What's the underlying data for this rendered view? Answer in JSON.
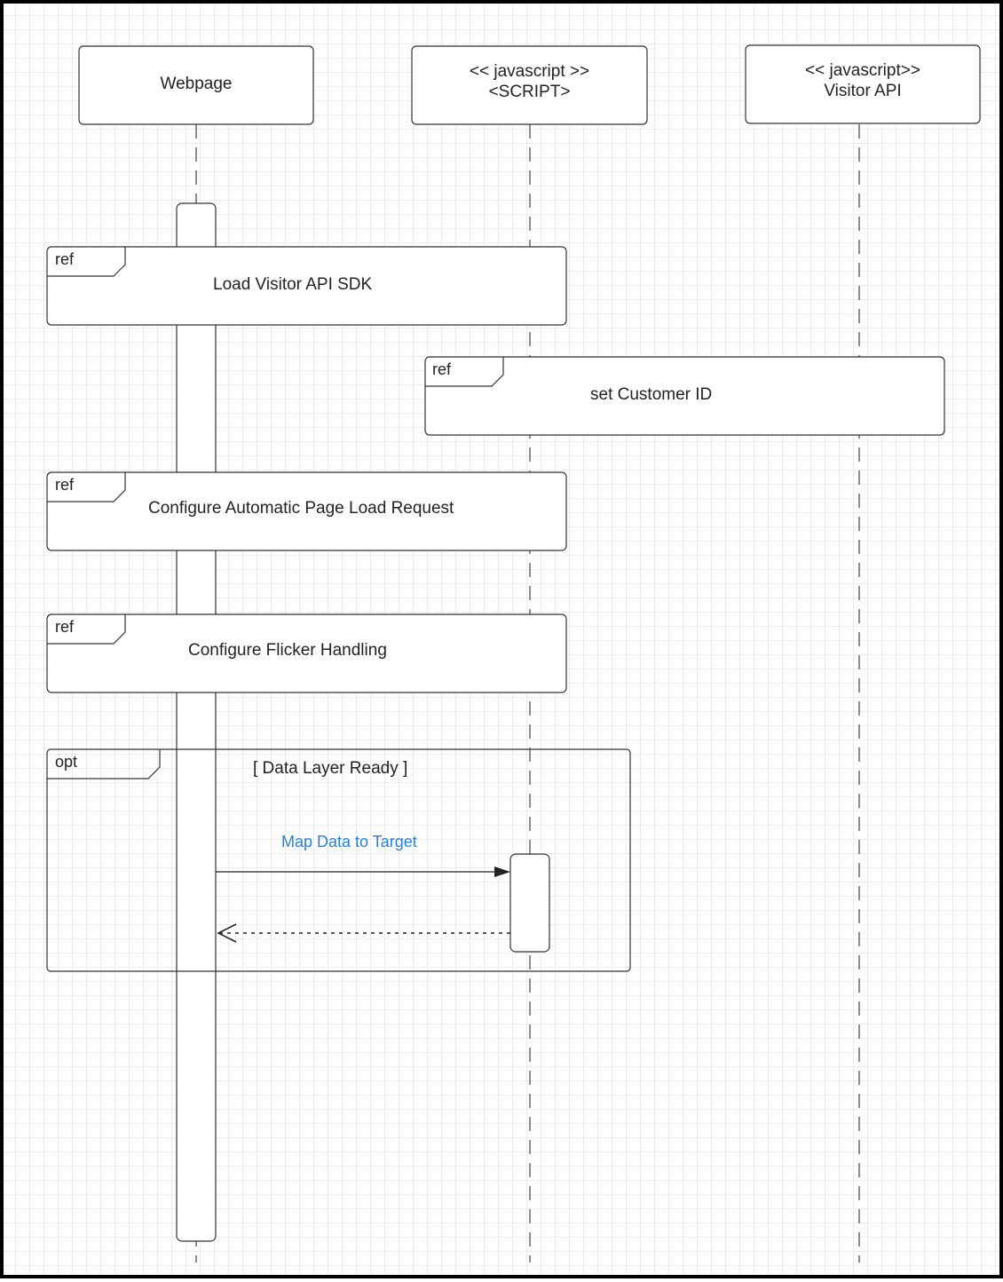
{
  "lifelines": [
    {
      "id": "webpage",
      "stereotype": "",
      "name": "Webpage"
    },
    {
      "id": "script",
      "stereotype": "<< javascript >>",
      "name": "<SCRIPT>"
    },
    {
      "id": "visitor_api",
      "stereotype": "<< javascript>>",
      "name": "Visitor API"
    }
  ],
  "frames": [
    {
      "operator": "ref",
      "title": "Load Visitor API SDK"
    },
    {
      "operator": "ref",
      "title": "set Customer ID"
    },
    {
      "operator": "ref",
      "title": "Configure Automatic Page Load Request"
    },
    {
      "operator": "ref",
      "title": "Configure Flicker Handling"
    },
    {
      "operator": "opt",
      "guard": "[ Data Layer Ready ]"
    }
  ],
  "messages": [
    {
      "label": "Map Data to Target",
      "from": "webpage",
      "to": "script",
      "type": "sync"
    },
    {
      "label": "",
      "from": "script",
      "to": "webpage",
      "type": "return"
    }
  ],
  "colors": {
    "line": "#222222",
    "message_label": "#2d7fd6",
    "grid": "#e5e5e5"
  }
}
